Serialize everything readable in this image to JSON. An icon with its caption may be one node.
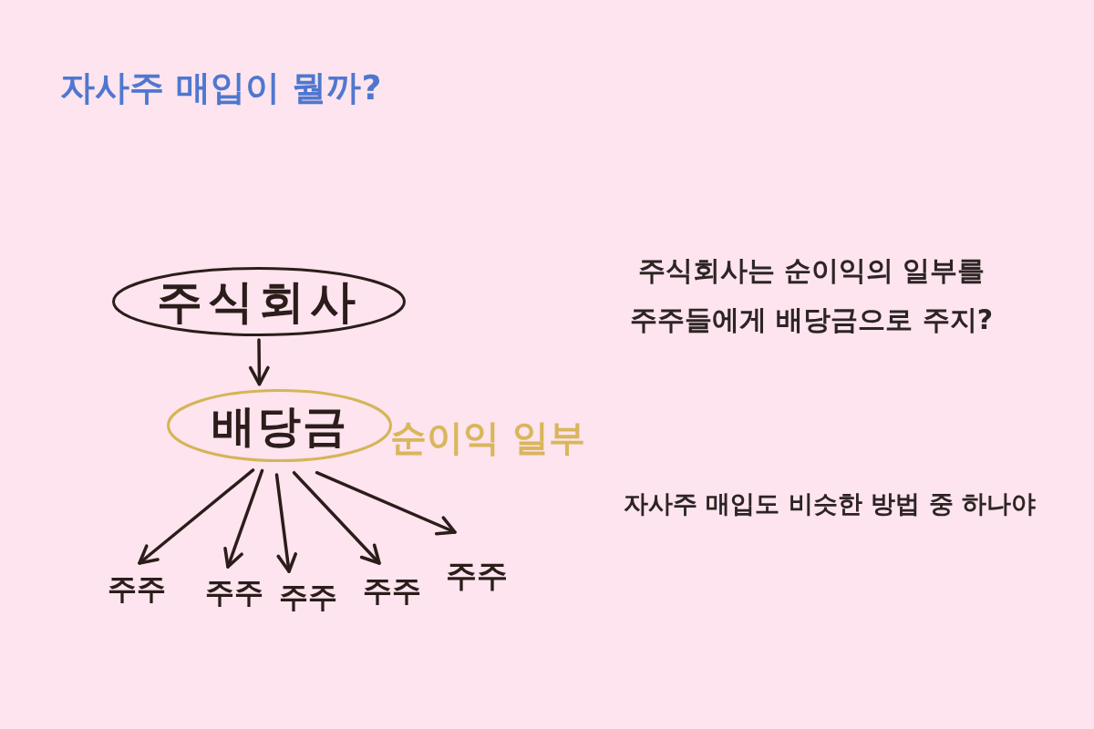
{
  "diagram": {
    "title": "자사주 매입이 뭘까?",
    "nodes": [
      {
        "text": [
          "주식회사"
        ]
      },
      {
        "text": [
          "배당금"
        ],
        "beside": [
          "순이익 일부"
        ]
      },
      {
        "text": [
          "주주"
        ]
      },
      {
        "text": [
          "주주"
        ]
      },
      {
        "text": [
          "주주"
        ]
      },
      {
        "text": [
          "주주"
        ]
      },
      {
        "text": [
          "주주"
        ]
      }
    ],
    "edges": [
      {
        "from": 0,
        "to": 1,
        "arrow": "to"
      },
      {
        "from": 1,
        "to": 2,
        "arrow": "to"
      },
      {
        "from": 1,
        "to": 3,
        "arrow": "to"
      },
      {
        "from": 1,
        "to": 4,
        "arrow": "to"
      },
      {
        "from": 1,
        "to": 5,
        "arrow": "to"
      },
      {
        "from": 1,
        "to": 6,
        "arrow": "to"
      }
    ],
    "labels": [
      "주식회사는 순이익의 일부를 주주들에게 배당금으로 주지?",
      "자사주 매입도 비슷한 방법 중 하나야"
    ]
  }
}
